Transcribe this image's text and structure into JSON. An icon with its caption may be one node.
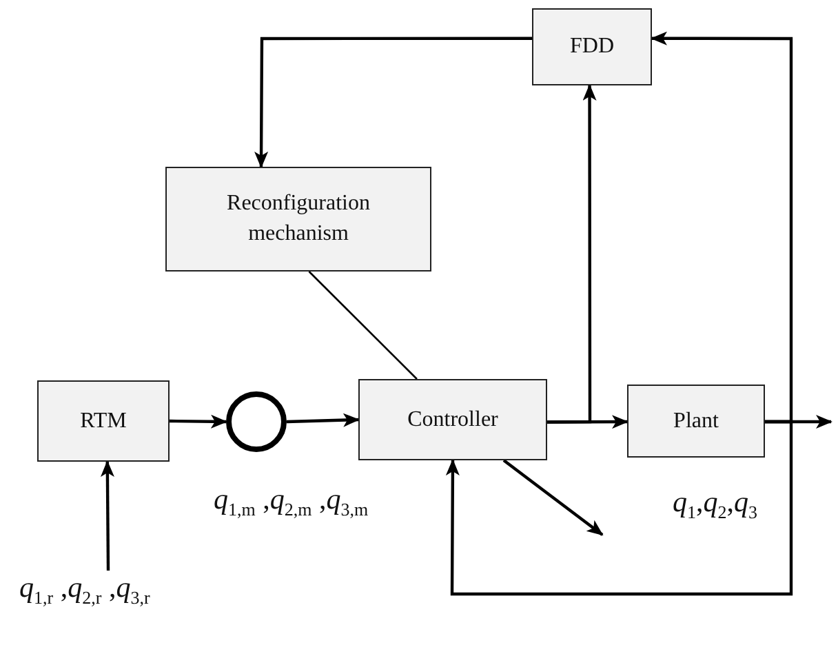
{
  "diagram": {
    "nodes": [
      {
        "text": [
          "FDD"
        ]
      },
      {
        "text": [
          "Reconfiguration mechanism"
        ]
      },
      {
        "text": [
          "RTM"
        ]
      },
      {
        "text": [],
        "shape": "circle"
      },
      {
        "text": [
          "Controller"
        ]
      },
      {
        "text": [
          "Plant"
        ]
      },
      {
        "text": [
          "*q*$_{1,r}$ ,*q*$_{2,r}$ ,*q*$_{3,r}$"
        ]
      }
    ],
    "edges": [
      {
        "from": 0,
        "to": 1,
        "arrow": "to"
      },
      {
        "from": 1,
        "to": 4,
        "arrow": "none"
      },
      {
        "from": 2,
        "to": 3,
        "arrow": "to"
      },
      {
        "from": 3,
        "to": 4,
        "arrow": "to"
      },
      {
        "from": 4,
        "to": 5,
        "arrow": "to"
      },
      {
        "from": 4,
        "to": 0,
        "arrow": "to"
      },
      {
        "from": 5,
        "to": null,
        "arrow": "to"
      },
      {
        "from": 5,
        "to": 0,
        "arrow": "to"
      },
      {
        "from": 5,
        "to": 4,
        "arrow": "to"
      },
      {
        "from": 4,
        "to": null,
        "arrow": "to"
      },
      {
        "from": 6,
        "to": 2,
        "arrow": "to"
      }
    ],
    "labels": [
      "*q*$_{1,m}$ ,*q*$_{2,m}$ ,*q*$_{3,m}$",
      "*q*$_{1}$,*q*$_{2}$,*q*$_{3}$"
    ]
  }
}
